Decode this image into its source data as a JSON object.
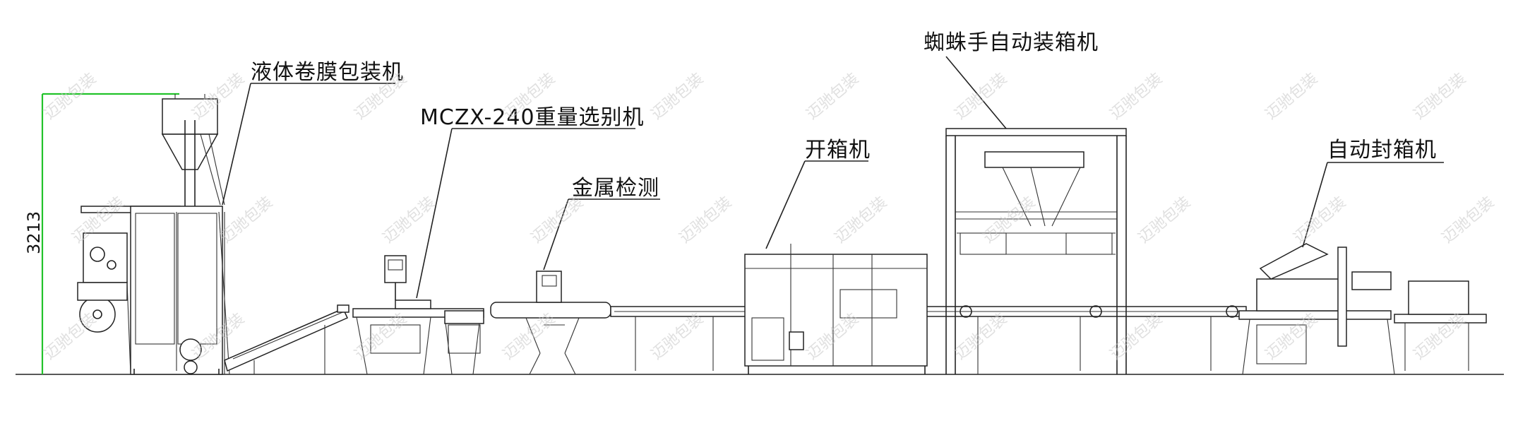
{
  "labels": {
    "liquid_packer": "液体卷膜包装机",
    "checkweigher": "MCZX-240重量选别机",
    "metal_detector": "金属检测",
    "carton_erector": "开箱机",
    "spider_case_packer": "蜘蛛手自动装箱机",
    "carton_sealer": "自动封箱机"
  },
  "dimension": {
    "height_value": "3213"
  },
  "watermark": {
    "text": "迈驰包装"
  },
  "colors": {
    "line": "#222222",
    "dimension_line": "#22c32a",
    "watermark": "#c8c8c8"
  }
}
